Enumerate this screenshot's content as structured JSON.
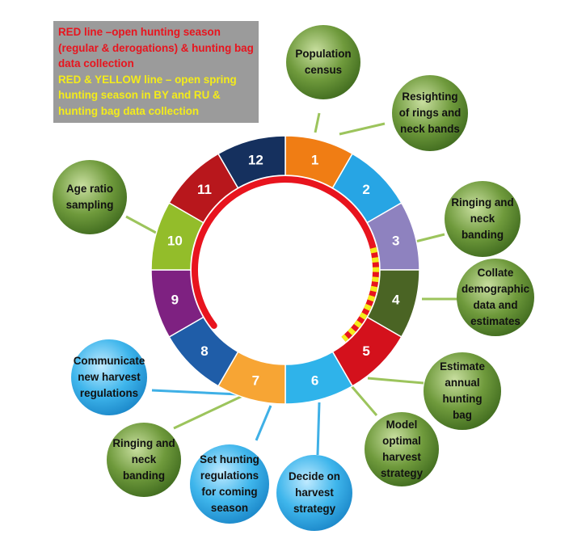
{
  "legend": {
    "red_text": "RED line –open hunting season (regular & derogations) & hunting bag data collection",
    "yellow_text": "RED & YELLOW line – open spring hunting season in BY and RU & hunting bag data collection",
    "red_color": "#e8141e",
    "yellow_color": "#f4ec1a"
  },
  "months": [
    {
      "label": "1",
      "color": "#f07d14"
    },
    {
      "label": "2",
      "color": "#27a5e4"
    },
    {
      "label": "3",
      "color": "#8e82bf"
    },
    {
      "label": "4",
      "color": "#4a6424"
    },
    {
      "label": "5",
      "color": "#d4111c"
    },
    {
      "label": "6",
      "color": "#2fb3ea"
    },
    {
      "label": "7",
      "color": "#f7a534"
    },
    {
      "label": "8",
      "color": "#1f5da8"
    },
    {
      "label": "9",
      "color": "#7e2181"
    },
    {
      "label": "10",
      "color": "#93bd2a"
    },
    {
      "label": "11",
      "color": "#b8171c"
    },
    {
      "label": "12",
      "color": "#15305e"
    }
  ],
  "activities": [
    {
      "lines": [
        "Population",
        "census"
      ],
      "type": "green"
    },
    {
      "lines": [
        "Resighting",
        "of rings and",
        "neck bands"
      ],
      "type": "green"
    },
    {
      "lines": [
        "Ringing and",
        "neck",
        "banding"
      ],
      "type": "green"
    },
    {
      "lines": [
        "Collate",
        "demographic",
        "data and",
        "estimates"
      ],
      "type": "green"
    },
    {
      "lines": [
        "Estimate",
        "annual",
        "hunting",
        "bag"
      ],
      "type": "green"
    },
    {
      "lines": [
        "Model",
        "optimal",
        "harvest",
        "strategy"
      ],
      "type": "green"
    },
    {
      "lines": [
        "Decide on",
        "harvest",
        "strategy"
      ],
      "type": "blue"
    },
    {
      "lines": [
        "Set hunting",
        "regulations",
        "for coming",
        "season"
      ],
      "type": "blue"
    },
    {
      "lines": [
        "Ringing and",
        "neck",
        "banding"
      ],
      "type": "green"
    },
    {
      "lines": [
        "Communicate",
        "new harvest",
        "regulations"
      ],
      "type": "blue"
    },
    {
      "lines": [
        "Age ratio",
        "sampling"
      ],
      "type": "green"
    }
  ],
  "palette": {
    "green_light": "#c9dfa0",
    "green_mid": "#6f9a3c",
    "green_dark": "#3f6a1e",
    "blue_light": "#bfeaff",
    "blue_mid": "#3fb6ec",
    "blue_dark": "#1a86c8",
    "connector_green": "#9cc45c",
    "connector_blue": "#3fb0e6"
  }
}
